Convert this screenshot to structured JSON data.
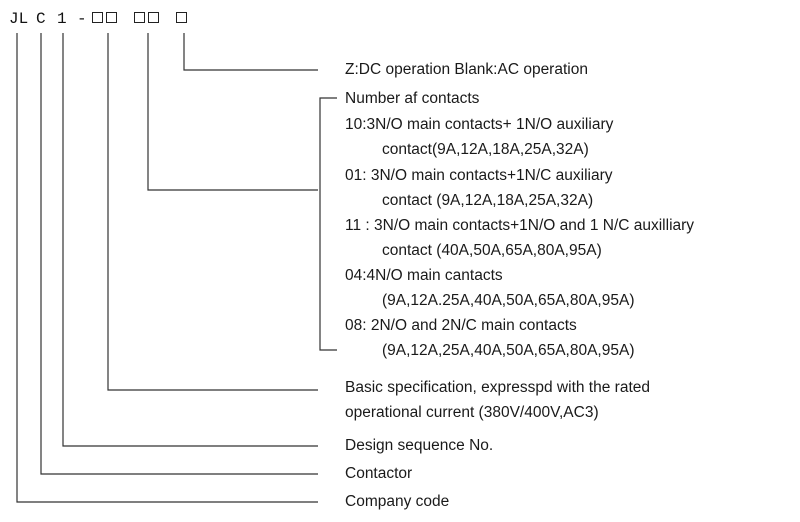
{
  "code": {
    "prefix": "JL",
    "letter": "C",
    "digit": "1",
    "dash": "-"
  },
  "labels": {
    "dc_ac": "Z:DC operation Blank:AC operation",
    "contacts_title": "Number af contacts",
    "c10_a": "10:3N/O main contacts+ 1N/O auxiliary",
    "c10_b": "contact(9A,12A,18A,25A,32A)",
    "c01_a": "01: 3N/O main contacts+1N/C auxiliary",
    "c01_b": "contact (9A,12A,18A,25A,32A)",
    "c11_a": "11 : 3N/O main contacts+1N/O and 1 N/C auxilliary",
    "c11_b": "contact (40A,50A,65A,80A,95A)",
    "c04_a": "04:4N/O main cantacts",
    "c04_b": "(9A,12A.25A,40A,50A,65A,80A,95A)",
    "c08_a": "08: 2N/O and 2N/C main contacts",
    "c08_b": "(9A,12A,25A,40A,50A,65A,80A,95A)",
    "basic_a": "Basic specification, expresspd with the rated",
    "basic_b": "operational current (380V/400V,AC3)",
    "design": "Design sequence No.",
    "contactor": "Contactor",
    "company": "Company code"
  },
  "colors": {
    "text": "#1a1a1a",
    "line": "#333333"
  }
}
